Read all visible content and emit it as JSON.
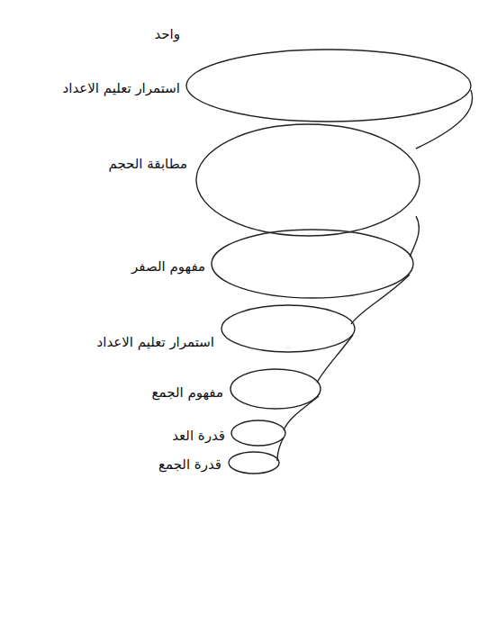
{
  "diagram": {
    "labels": [
      "واحد",
      "استمرار تعليم الاعداد",
      "مطابقة الحجم",
      "مفهوم الصفر",
      "استمرار تعليم الاعداد",
      "مفهوم الجمع",
      "قدرة العد",
      "قدرة الجمع"
    ]
  }
}
